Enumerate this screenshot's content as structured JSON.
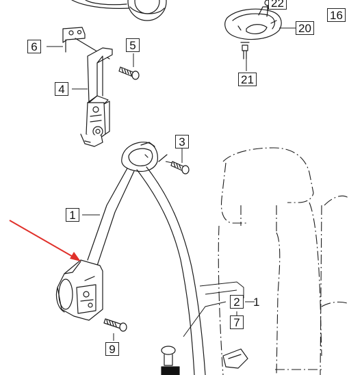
{
  "callouts": {
    "c22": "22",
    "c16": "16",
    "c20": "20",
    "c21": "21",
    "c6": "6",
    "c5": "5",
    "c4": "4",
    "c3": "3",
    "c1_left": "1",
    "c2": "2",
    "c1_right": "1",
    "c7": "7",
    "c9": "9"
  },
  "colors": {
    "line": "#1a1a1a",
    "arrow": "#e0302a"
  }
}
